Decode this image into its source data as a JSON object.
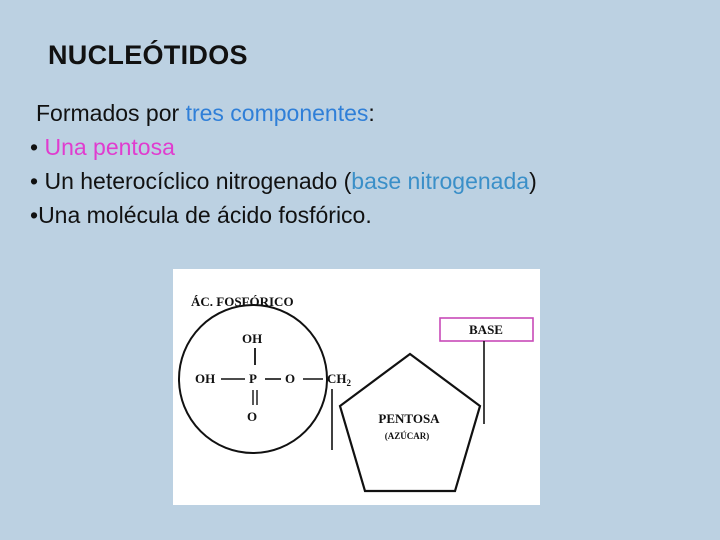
{
  "slide": {
    "title": "NUCLEÓTIDOS",
    "intro_prefix": "Formados por ",
    "intro_highlight": "tres componentes",
    "intro_suffix": ":",
    "bullet1_marker": "• ",
    "bullet1_text": "Una pentosa",
    "bullet2_marker": "• ",
    "bullet2_prefix": "Un heterocíclico nitrogenado (",
    "bullet2_highlight": "base nitrogenada",
    "bullet2_suffix": ")",
    "bullet3_marker": "•",
    "bullet3_text": "Una molécula de ácido fosfórico."
  },
  "colors": {
    "background": "#bcd1e2",
    "highlight_blue": "#2f7fd8",
    "highlight_pink": "#e03ccf",
    "box_border": "#c84ab8"
  },
  "diagram": {
    "phosphate_label": "ÁC. FOSFÓRICO",
    "oh_top": "OH",
    "oh_left": "OH",
    "p_center": "P",
    "o_right": "O",
    "o_bottom": "O",
    "ch2": "CH",
    "ch2_sub": "2",
    "base_label": "BASE",
    "pentose_label": "PENTOSA",
    "sugar_label": "(AZÚCAR)"
  }
}
